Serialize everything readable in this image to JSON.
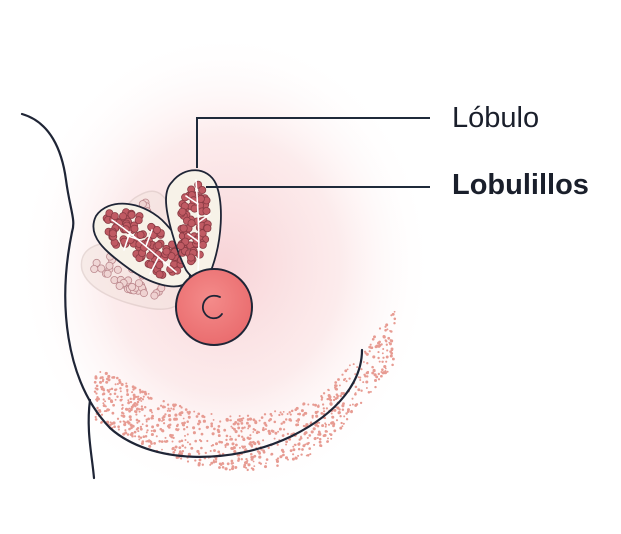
{
  "labels": {
    "lobulo": "Lóbulo",
    "lobulillos": "Lobulillos"
  },
  "colors": {
    "outline": "#1f2536",
    "leader_line": "#1f2a3a",
    "glow": "#f6d3d6",
    "stipple": "#e79b92",
    "lobe_fill": "#f7f2e8",
    "lobule": "#c05a63",
    "lobule_light": "#e6c3c0",
    "nipple": "#ef7b7b",
    "nipple_stroke": "#1f2536",
    "ducts": "#ffffff"
  },
  "icons": {
    "breast": "breast-anatomy-illustration"
  }
}
